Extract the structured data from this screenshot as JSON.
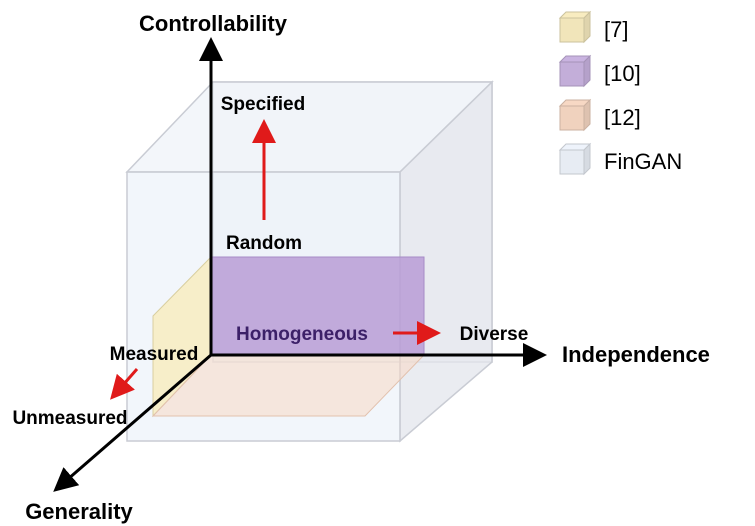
{
  "axes": {
    "vertical": {
      "title": "Controllability",
      "low": "Random",
      "high": "Specified"
    },
    "horizontal": {
      "title": "Independence",
      "low": "Homogeneous",
      "high": "Diverse"
    },
    "depth": {
      "title": "Generality",
      "low": "Measured",
      "high": "Unmeasured"
    }
  },
  "legend": [
    {
      "label": "[7]",
      "color": "#f8ecc0"
    },
    {
      "label": "[10]",
      "color": "#c9b3e0"
    },
    {
      "label": "[12]",
      "color": "#f7d8c4"
    },
    {
      "label": "FinGAN",
      "color": "#eef3fb"
    }
  ],
  "colors": {
    "arrow": "#e01a1a",
    "axis": "#000000",
    "cube_outline": "#c9ccd4",
    "cube_fill": "#eaf0f8"
  }
}
